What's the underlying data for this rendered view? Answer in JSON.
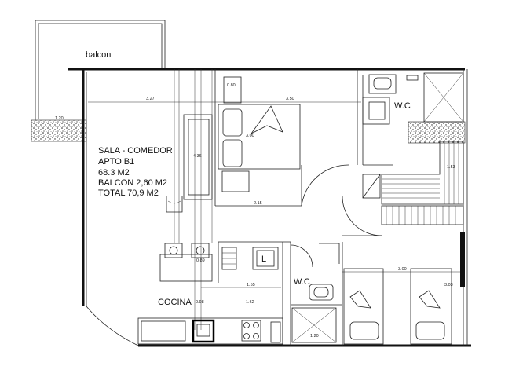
{
  "labels": {
    "balcony": "balcon",
    "living": "SALA - COMEDOR",
    "apt": "APTO B1",
    "area": "68.3 M2",
    "balcony_area": "BALCON 2,60 M2",
    "total": "TOTAL 70,9 M2",
    "kitchen": "COCINA",
    "wc_top": "W.C",
    "wc_bottom": "W.C",
    "laundry": "L"
  },
  "dimensions": {
    "d1": "1.20",
    "d2": "3.27",
    "d3": "3.50",
    "d4": "0.80",
    "d5": "4.36",
    "d6": "3.00",
    "d7": "2.15",
    "d8": "1.53",
    "d9": "0.89",
    "d10": "1.55",
    "d11": "1.62",
    "d12": "0.98",
    "d13": "3.00",
    "d14": "3.03",
    "d15": "1.20"
  }
}
